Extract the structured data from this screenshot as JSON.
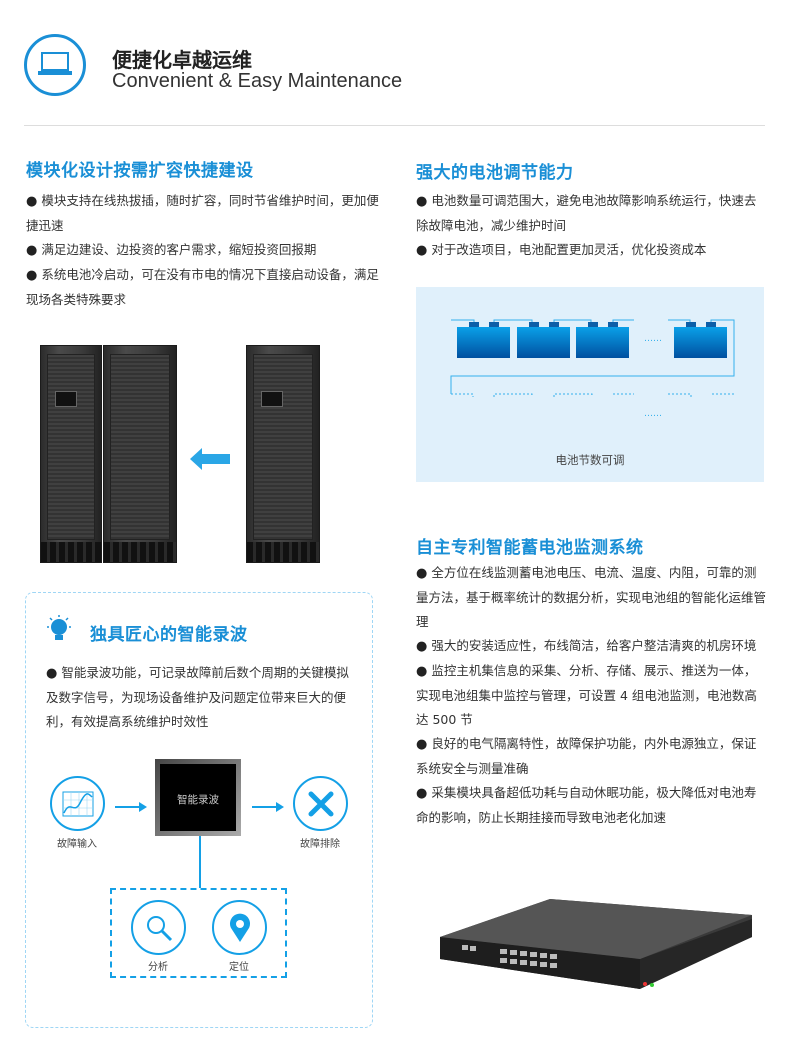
{
  "header": {
    "title_cn": "便捷化卓越运维",
    "title_en": "Convenient & Easy Maintenance"
  },
  "modular": {
    "title": "模块化设计按需扩容快捷建设",
    "items": [
      "模块支持在线热拔插，随时扩容，同时节省维护时间，更加便捷迅速",
      "满足边建设、边投资的客户需求，缩短投资回报期",
      "系统电池冷启动，可在没有市电的情况下直接启动设备，满足现场各类特殊要求"
    ]
  },
  "battery": {
    "title": "强大的电池调节能力",
    "items": [
      "电池数量可调范围大，避免电池故障影响系统运行，快速去除故障电池，减少维护时间",
      "对于改造项目，电池配置更加灵活，优化投资成本"
    ],
    "diagram_caption": "电池节数可调",
    "ellipsis": "……"
  },
  "wave": {
    "title": "独具匠心的智能录波",
    "items": [
      "智能录波功能，可记录故障前后数个周期的关键模拟及数字信号，为现场设备维护及问题定位带来巨大的便利，有效提高系统维护时效性"
    ],
    "center": "智能录波",
    "input": "故障输入",
    "output": "故障排除",
    "analyze": "分析",
    "locate": "定位"
  },
  "monitor": {
    "title": "自主专利智能蓄电池监测系统",
    "items": [
      "全方位在线监测蓄电池电压、电流、温度、内阻，可靠的测量方法，基于概率统计的数据分析，实现电池组的智能化运维管理",
      "强大的安装适应性，布线简洁，给客户整洁清爽的机房环境",
      "监控主机集信息的采集、分析、存储、展示、推送为一体，实现电池组集中监控与管理，可设置 4 组电池监测，电池数高达 500 节",
      "良好的电气隔离特性，故障保护功能，内外电源独立，保证系统安全与测量准确",
      "采集模块具备超低功耗与自动休眠功能，极大降低对电池寿命的影响，防止长期挂接而导致电池老化加速"
    ]
  },
  "bullet": "●"
}
